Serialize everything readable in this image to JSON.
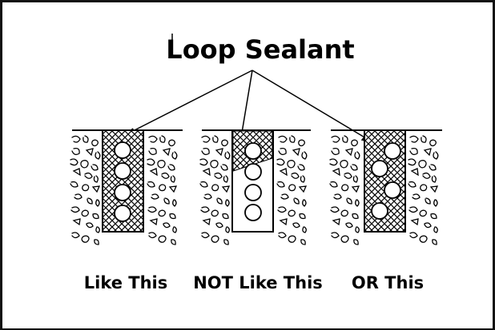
{
  "title": "Loop Sealant",
  "captions": {
    "like_this": "Like This",
    "not_like_this": "NOT Like This",
    "or_this": "OR This"
  },
  "colors": {
    "ink": "#000000",
    "background": "#ffffff"
  }
}
